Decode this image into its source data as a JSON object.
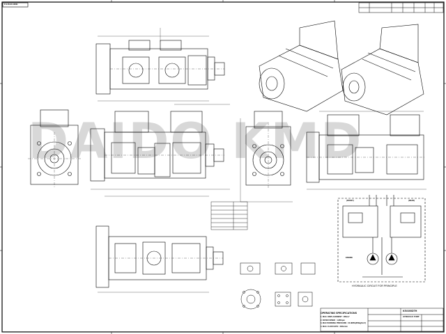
{
  "sheet": {
    "corner_code": "P-2-50-00-10001",
    "watermark": "DAIDO KMD"
  },
  "circuit": {
    "front_label": "(FRONT)",
    "rear_label": "(REAR)",
    "engine_label": "ENGINE",
    "caption": "HYDRAULIC CIRCUIT FOR PRINCIPLE"
  },
  "specs": {
    "title": "OPERATING SPECIFICATIONS",
    "lines": [
      "1. MAX. DISPLACEMENT : 280cm³",
      "2. RATED SPEED : 1,800rpm",
      "3. MAX WORKING PRESSURE : 34.3MPa(350kgf/cm²)",
      "4. MAX. FLOW RATE : 236L/min"
    ]
  },
  "title_block": {
    "model": "K5V200DTH",
    "description": "HYDRAULIC PUMP"
  },
  "icons": {
    "watermark": "watermark-text",
    "pump-views": "technical-drawing"
  }
}
